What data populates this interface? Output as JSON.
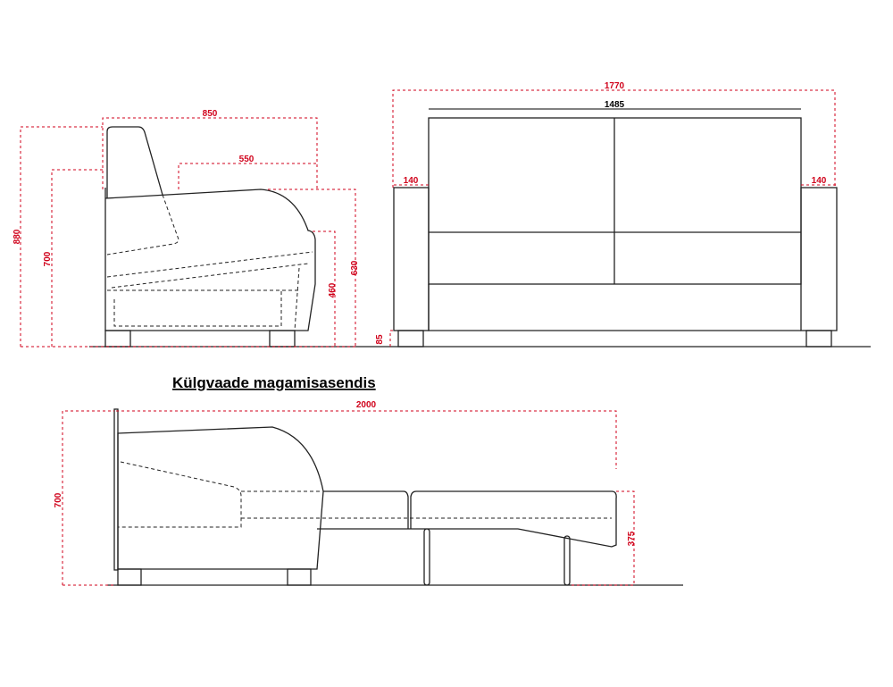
{
  "side_view": {
    "depth": "850",
    "seat_depth": "550",
    "total_height": "880",
    "back_height": "700",
    "arm_height": "630",
    "seat_height": "460",
    "leg_height": "85"
  },
  "front_view": {
    "total_width": "1770",
    "inner_width": "1485",
    "arm_left": "140",
    "arm_right": "140"
  },
  "sleeping_view": {
    "title": "Külgvaade  magamisasendis",
    "length": "2000",
    "height": "700",
    "bed_height": "375"
  },
  "colors": {
    "dimension": "#d0021b",
    "outline": "#222222"
  }
}
